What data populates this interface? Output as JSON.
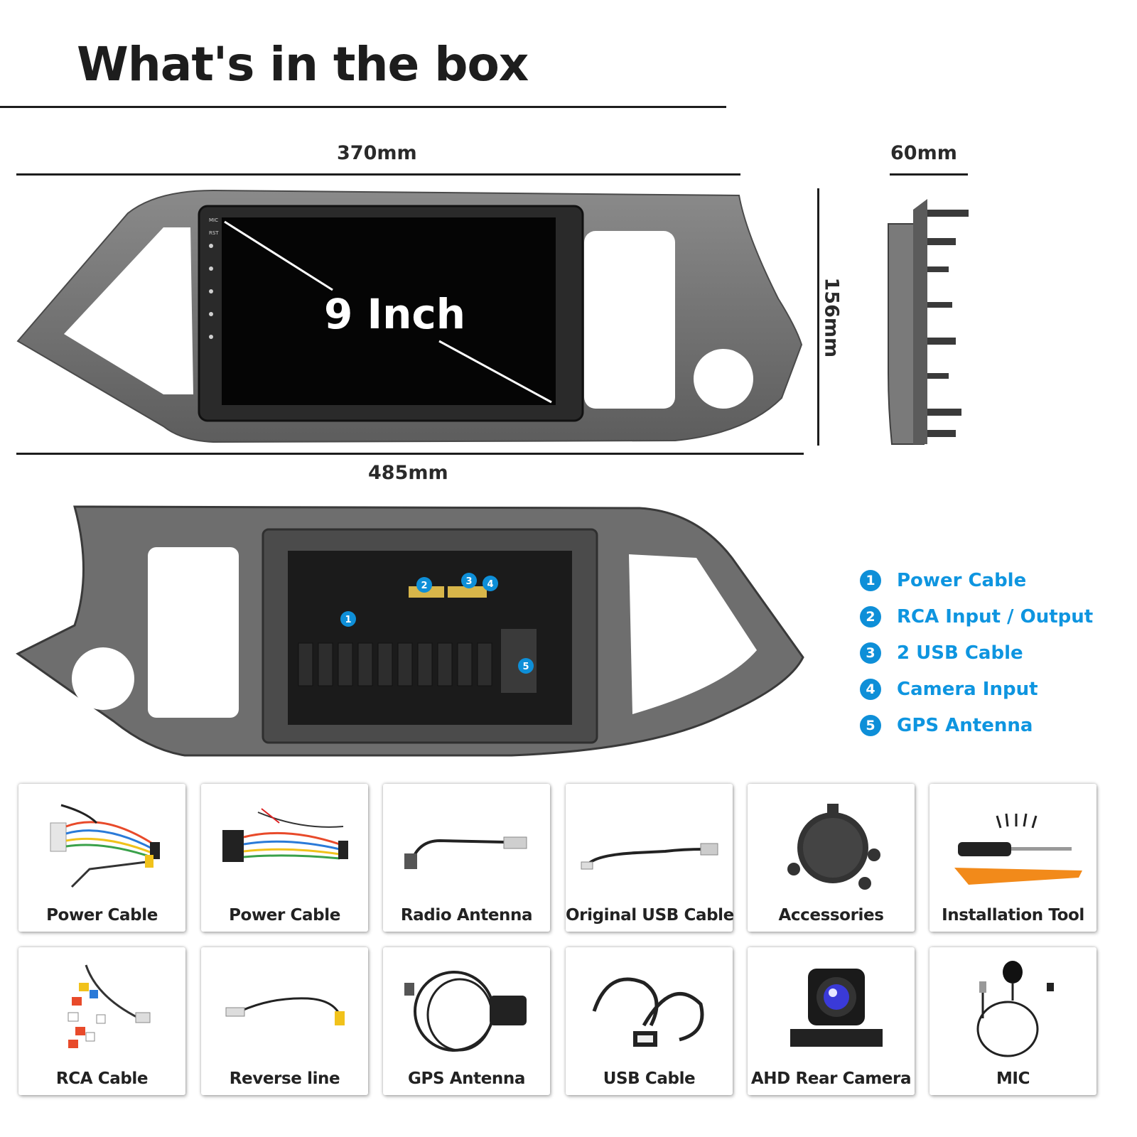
{
  "header": {
    "title": "What's in the box"
  },
  "dimensions": {
    "width_top": "370mm",
    "width_bottom": "485mm",
    "height": "156mm",
    "depth": "60mm"
  },
  "screen": {
    "size_label": "9 Inch"
  },
  "ports_legend": [
    {
      "num": "1",
      "label": "Power Cable"
    },
    {
      "num": "2",
      "label": "RCA Input / Output"
    },
    {
      "num": "3",
      "label": "2 USB Cable"
    },
    {
      "num": "4",
      "label": "Camera Input"
    },
    {
      "num": "5",
      "label": "GPS Antenna"
    }
  ],
  "accessories_row1": [
    {
      "label": "Power Cable",
      "icon": "power-cable-harness-icon"
    },
    {
      "label": "Power Cable",
      "icon": "power-cable-harness-icon"
    },
    {
      "label": "Radio Antenna",
      "icon": "radio-antenna-cable-icon"
    },
    {
      "label": "Original USB Cable",
      "icon": "usb-cable-icon"
    },
    {
      "label": "Accessories",
      "icon": "mounting-bracket-icon"
    },
    {
      "label": "Installation Tool",
      "icon": "screwdriver-icon"
    }
  ],
  "accessories_row2": [
    {
      "label": "RCA Cable",
      "icon": "rca-cable-icon"
    },
    {
      "label": "Reverse line",
      "icon": "reverse-line-icon"
    },
    {
      "label": "GPS Antenna",
      "icon": "gps-antenna-icon"
    },
    {
      "label": "USB Cable",
      "icon": "usb-cable-icon"
    },
    {
      "label": "AHD Rear Camera",
      "icon": "rear-camera-icon"
    },
    {
      "label": "MIC",
      "icon": "microphone-icon"
    }
  ],
  "colors": {
    "accent_blue": "#0e95e0",
    "panel_gray": "#6f6f6f",
    "screen_black": "#050505"
  }
}
